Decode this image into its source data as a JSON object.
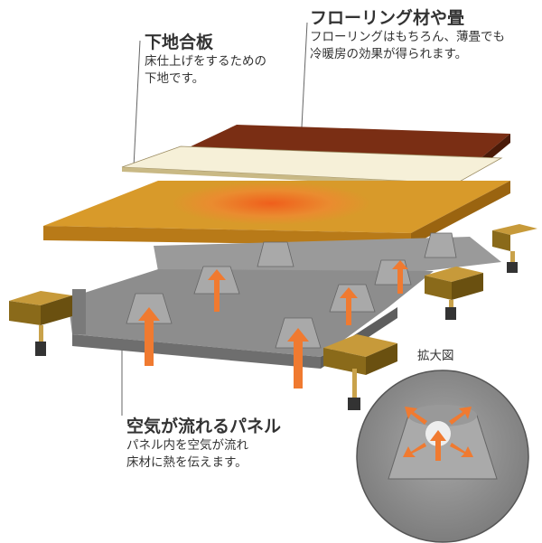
{
  "labels": {
    "flooring": {
      "title": "フローリング材や畳",
      "lines": [
        "フローリングはもちろん、薄畳でも",
        "冷暖房の効果が得られます。"
      ]
    },
    "plywood": {
      "title": "下地合板",
      "lines": [
        "床仕上げをするための",
        "下地です。"
      ]
    },
    "zoom": {
      "title": "拡大図"
    },
    "panel": {
      "title": "空気が流れるパネル",
      "lines": [
        "パネル内を空気が流れ",
        "床材に熱を伝えます。"
      ]
    }
  },
  "colors": {
    "flooring": "#7a2e14",
    "plywood": "#f6f0d8",
    "board": "#d89a2a",
    "heat": "#f06a1e",
    "panel": "#8d8d8d",
    "arrow": "#f07a30",
    "support": "#8a6a1a"
  }
}
